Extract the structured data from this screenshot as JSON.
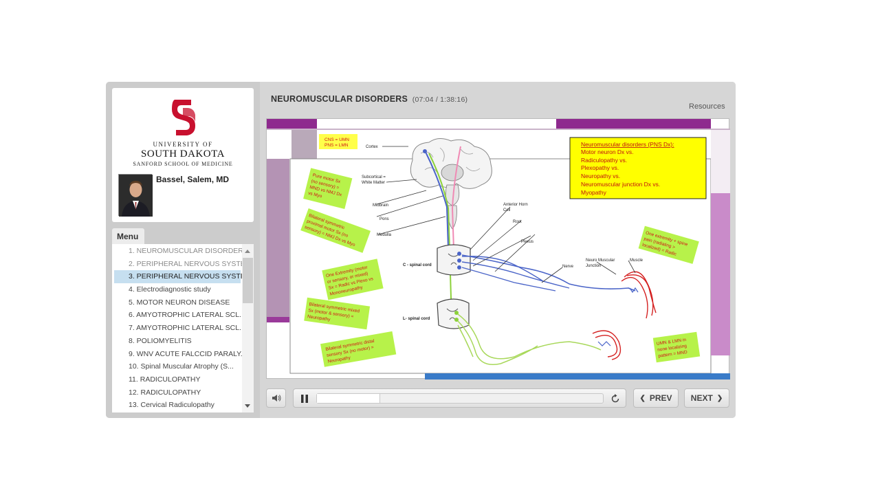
{
  "brand": {
    "univ_of": "UNIVERSITY OF",
    "univ_name": "SOUTH DAKOTA",
    "school": "SANFORD SCHOOL OF MEDICINE",
    "accent": "#c8102e"
  },
  "presenter": {
    "name": "Bassel, Salem, MD"
  },
  "menu": {
    "tab_label": "Menu",
    "items": [
      {
        "label": "1. NEUROMUSCULAR DISORDERS",
        "state": "visited"
      },
      {
        "label": "2. PERIPHERAL NERVOUS SYSTEM",
        "state": "visited"
      },
      {
        "label": "3. PERIPHERAL NERVOUS SYSTEM",
        "state": "active"
      },
      {
        "label": "4. Electrodiagnostic study",
        "state": "normal"
      },
      {
        "label": "5. MOTOR NEURON DISEASE",
        "state": "normal"
      },
      {
        "label": "6. AMYOTROPHIC LATERAL SCL...",
        "state": "normal"
      },
      {
        "label": "7. AMYOTROPHIC LATERAL SCL...",
        "state": "normal"
      },
      {
        "label": "8. POLIOMYELITIS",
        "state": "normal"
      },
      {
        "label": "9. WNV ACUTE FALCCID PARALY...",
        "state": "normal"
      },
      {
        "label": "10. Spinal Muscular Atrophy (S...",
        "state": "normal"
      },
      {
        "label": "11. RADICULOPATHY",
        "state": "normal"
      },
      {
        "label": "12. RADICULOPATHY",
        "state": "normal"
      },
      {
        "label": "13. Cervical Radiculopathy",
        "state": "normal"
      }
    ]
  },
  "header": {
    "title": "NEUROMUSCULAR DISORDERS",
    "time": "(07:04 / 1:38:16)",
    "resources_label": "Resources"
  },
  "slide": {
    "yellow_box": {
      "heading": "Neuromuscular disorders (PNS Dx):",
      "lines": [
        "Motor neuron Dx vs.",
        "Radiculopathy vs.",
        "Plexopathy vs.",
        "Neuropathy vs.",
        "Neuromuscular junction Dx vs.",
        "Myopathy"
      ]
    },
    "labels": {
      "cortex": "Cortex",
      "subcortical_1": "Subcortical =",
      "subcortical_2": "White Matter",
      "midbrain": "Midbrain",
      "pons": "Pons",
      "medulla": "Medulla",
      "anterior_horn_1": "Anterior Horn",
      "anterior_horn_2": "Cell",
      "root": "Root",
      "plexus": "Plexus",
      "nerve": "Nerve",
      "nmj_1": "Neuro Muscular",
      "nmj_2": "Junction",
      "muscle": "Muscle",
      "c_cord": "C - spinal cord",
      "l_cord": "L- spinal cord"
    },
    "notes": {
      "cns_1": "CNS = UMN",
      "cns_2": "PNS = LMN",
      "pure_motor": [
        "Pure motor Sx",
        "(no sensory) =",
        "MND vs NMJ Dx",
        "vs Myo"
      ],
      "bilateral_proximal": [
        "Bilateral symmetric",
        "proximal motor Sx (no",
        "sensory) = NMJ Dx vs Myo"
      ],
      "one_extremity": [
        "One Extremity (motor",
        "or sensory, or mixed)",
        "Sx = Radic vs Plexo vs",
        "Mononeuropathy"
      ],
      "bilateral_mixed": [
        "Bilateral symmetric mixed",
        "Sx (motor & sensory) =",
        "Neuropathy"
      ],
      "bilateral_distal": [
        "Bilateral symmetric distal",
        "sensory Sx (no motor) =",
        "Neuropathy"
      ],
      "spine_pain": [
        "One extremity + spine",
        "pain (radiating >",
        "localized) = Radic"
      ],
      "umn_lmn": [
        "UMN & LMN in",
        "none localizing",
        "pattern = MND"
      ]
    }
  },
  "controls": {
    "prev_label": "PREV",
    "next_label": "NEXT",
    "progress_fraction": 0.22
  },
  "colors": {
    "purple": "#8e2a8e",
    "note_green": "#b7f24a",
    "yellow": "#ffff00",
    "red_text": "#d01515"
  }
}
